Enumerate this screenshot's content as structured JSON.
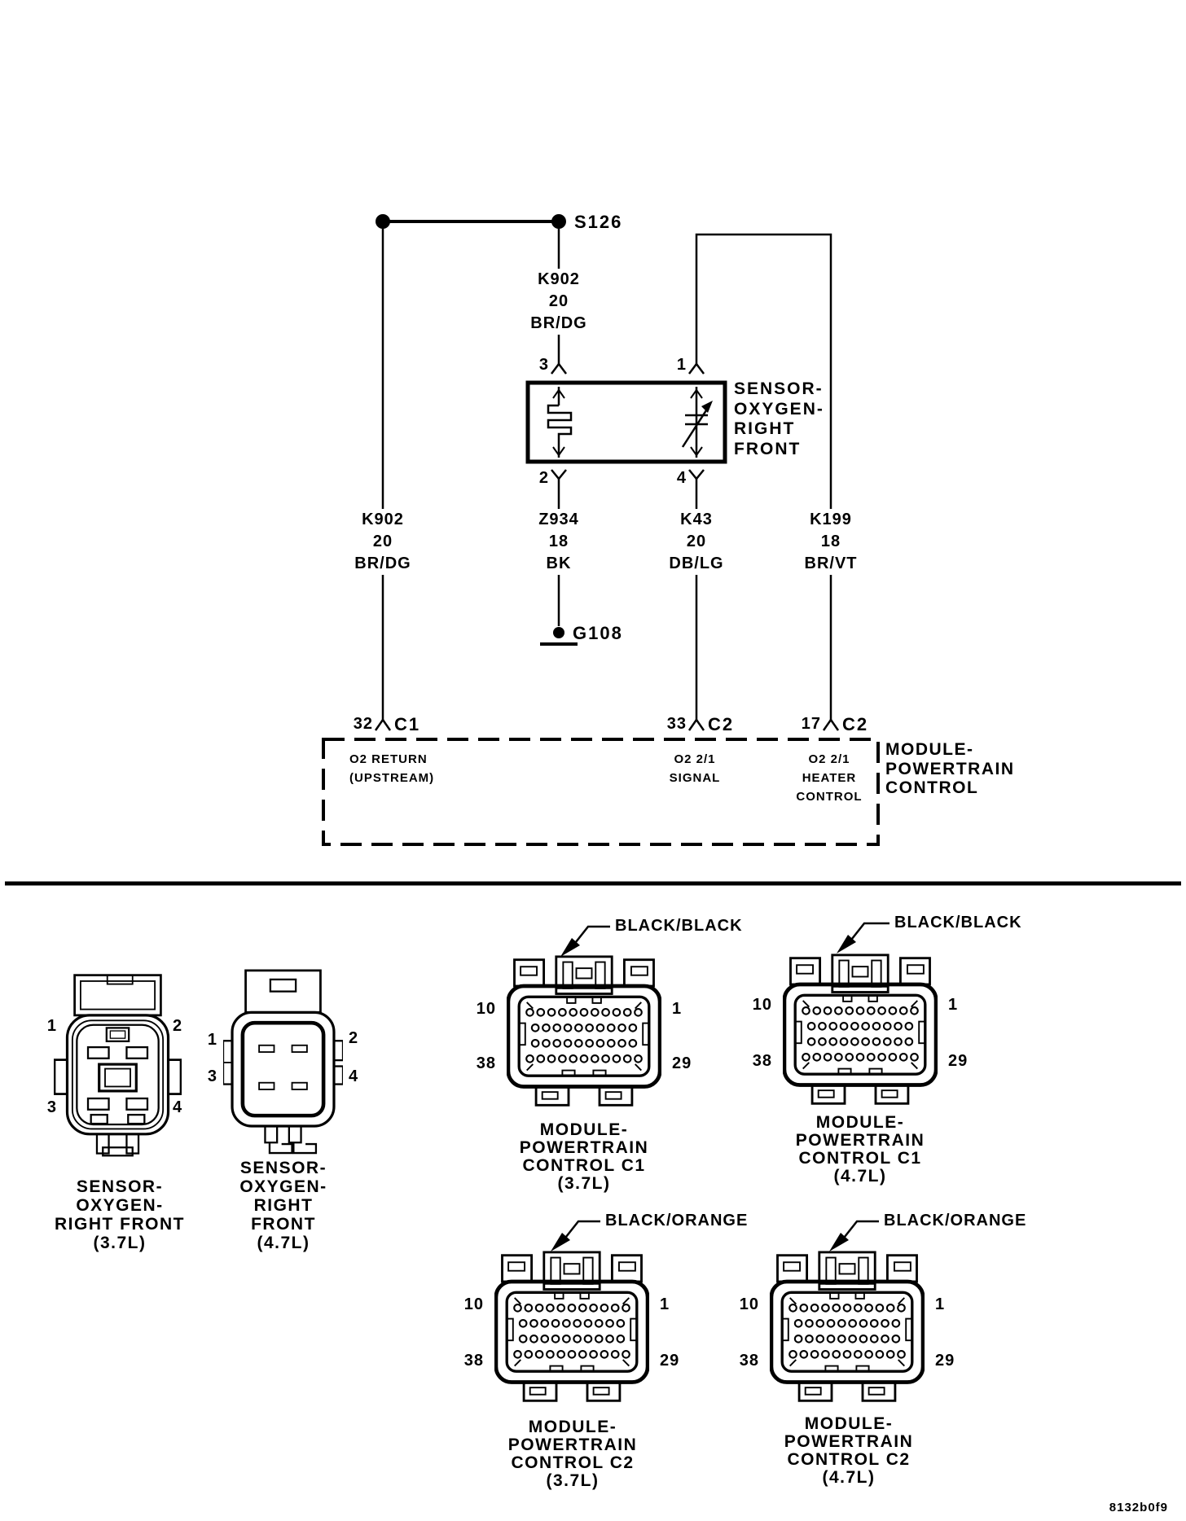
{
  "colors": {
    "ink": "#000000",
    "paper": "#ffffff"
  },
  "schematic": {
    "splice_label": "S126",
    "ground_label": "G108",
    "sensor_box_label_lines": [
      "SENSOR-",
      "OXYGEN-",
      "RIGHT",
      "FRONT"
    ],
    "sensor_pins": {
      "top_left": "3",
      "top_right": "1",
      "bottom_left": "2",
      "bottom_right": "4"
    },
    "wires": {
      "splice_branch": [
        "K902",
        "20",
        "BR/DG"
      ],
      "o2_return": [
        "K902",
        "20",
        "BR/DG"
      ],
      "ground": [
        "Z934",
        "18",
        "BK"
      ],
      "signal": [
        "K43",
        "20",
        "DB/LG"
      ],
      "heater": [
        "K199",
        "18",
        "BR/VT"
      ]
    },
    "pcm_pins": [
      {
        "pin": "32",
        "connector": "C1",
        "function_lines": [
          "O2 RETURN",
          "(UPSTREAM)"
        ]
      },
      {
        "pin": "33",
        "connector": "C2",
        "function_lines": [
          "O2 2/1",
          "SIGNAL"
        ]
      },
      {
        "pin": "17",
        "connector": "C2",
        "function_lines": [
          "O2 2/1",
          "HEATER",
          "CONTROL"
        ]
      }
    ],
    "module_label_lines": [
      "MODULE-",
      "POWERTRAIN",
      "CONTROL"
    ]
  },
  "connectors": {
    "sensor_37": {
      "pins": {
        "top_left": "1",
        "top_right": "2",
        "bottom_left": "3",
        "bottom_right": "4"
      },
      "caption_lines": [
        "SENSOR-",
        "OXYGEN-",
        "RIGHT FRONT",
        "(3.7L)"
      ]
    },
    "sensor_47": {
      "pins": {
        "top_left": "1",
        "top_right": "2",
        "bottom_left": "3",
        "bottom_right": "4"
      },
      "caption_lines": [
        "SENSOR-",
        "OXYGEN-",
        "RIGHT",
        "FRONT",
        "(4.7L)"
      ]
    },
    "pcm": [
      {
        "wire_color": "BLACK/BLACK",
        "pins": {
          "top_left": "10",
          "top_right": "1",
          "bottom_left": "38",
          "bottom_right": "29"
        },
        "caption_lines": [
          "MODULE-",
          "POWERTRAIN",
          "CONTROL C1",
          "(3.7L)"
        ]
      },
      {
        "wire_color": "BLACK/BLACK",
        "pins": {
          "top_left": "10",
          "top_right": "1",
          "bottom_left": "38",
          "bottom_right": "29"
        },
        "caption_lines": [
          "MODULE-",
          "POWERTRAIN",
          "CONTROL C1",
          "(4.7L)"
        ]
      },
      {
        "wire_color": "BLACK/ORANGE",
        "pins": {
          "top_left": "10",
          "top_right": "1",
          "bottom_left": "38",
          "bottom_right": "29"
        },
        "caption_lines": [
          "MODULE-",
          "POWERTRAIN",
          "CONTROL C2",
          "(3.7L)"
        ]
      },
      {
        "wire_color": "BLACK/ORANGE",
        "pins": {
          "top_left": "10",
          "top_right": "1",
          "bottom_left": "38",
          "bottom_right": "29"
        },
        "caption_lines": [
          "MODULE-",
          "POWERTRAIN",
          "CONTROL C2",
          "(4.7L)"
        ]
      }
    ]
  },
  "figure_id": "8132b0f9"
}
